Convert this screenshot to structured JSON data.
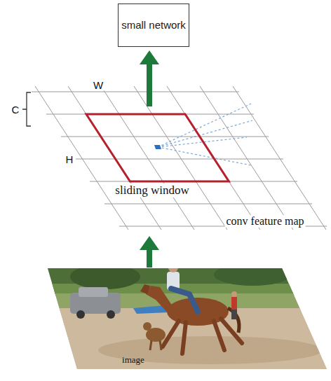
{
  "diagram": {
    "nodes": [
      {
        "text": [
          "small network"
        ]
      }
    ],
    "labels": [
      "C",
      "W",
      "H",
      "sliding window",
      "conv feature map",
      "image"
    ]
  }
}
